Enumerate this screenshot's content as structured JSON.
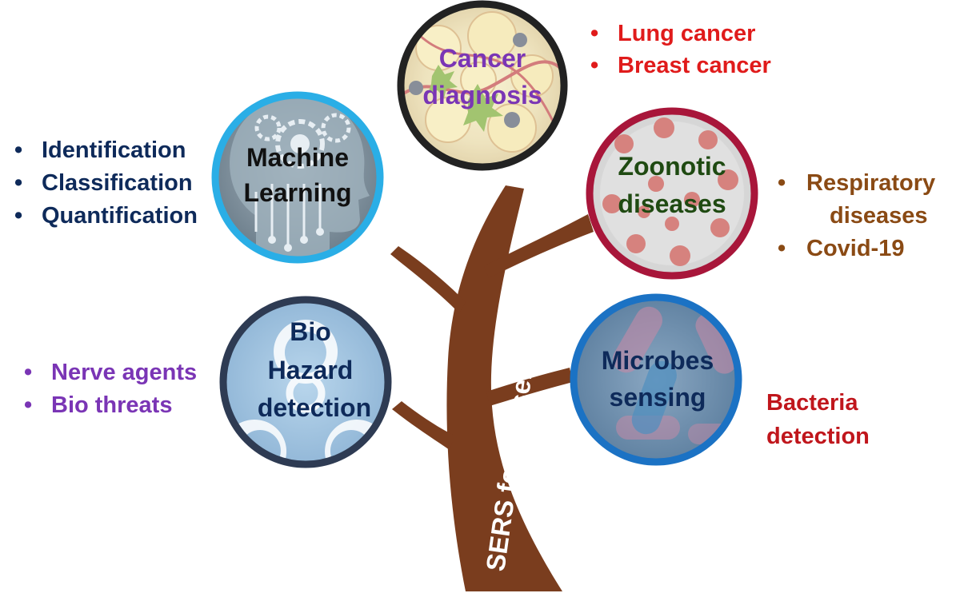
{
  "trunk_label": "SERS for Biosensing",
  "colors": {
    "trunk": "#7a3d1e",
    "cancer_ring": "#222222",
    "ml_ring": "#2aaee6",
    "zoonotic_ring": "#a8163a",
    "biohazard_ring": "#2e3b53",
    "microbes_ring": "#1b72c4",
    "navy_text": "#0e2a5a",
    "purple_text": "#7a35b5",
    "red_text": "#e01b1b",
    "brown_text": "#8a4a14",
    "dark_red_text": "#c0161c",
    "dark_green_text": "#1f4a12"
  },
  "nodes": {
    "cancer": {
      "line1": "Cancer",
      "line2": "diagnosis",
      "icon": "cancer-cells-icon",
      "items": [
        "Lung cancer",
        "Breast cancer"
      ]
    },
    "ml": {
      "line1": "Machine",
      "line2": "Learning",
      "icon": "ai-head-icon",
      "items": [
        "Identification",
        "Classification",
        "Quantification"
      ]
    },
    "zoonotic": {
      "line1": "Zoonotic",
      "line2": "diseases",
      "icon": "virus-icon",
      "items": [
        "Respiratory",
        "diseases",
        "Covid-19"
      ]
    },
    "biohazard": {
      "line1": "Bio",
      "line2": "Hazard",
      "line3": "detection",
      "icon": "biohazard-icon",
      "items": [
        "Nerve agents",
        "Bio threats"
      ]
    },
    "microbes": {
      "line1": "Microbes",
      "line2": "sensing",
      "icon": "bacteria-icon",
      "items": [
        "Bacteria",
        "detection"
      ]
    }
  },
  "bullet": "•"
}
